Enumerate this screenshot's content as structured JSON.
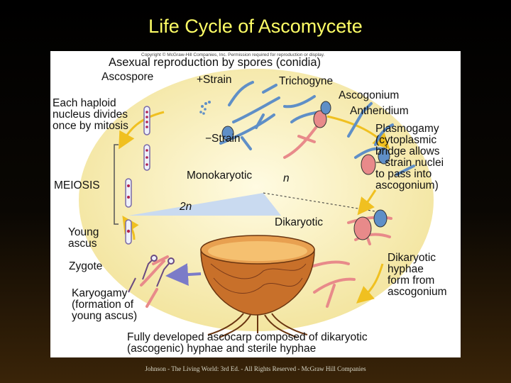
{
  "slide": {
    "title": "Life Cycle of Ascomycete",
    "footer": "Johnson - The Living World: 3rd Ed. - All Rights Reserved - McGraw Hill Companies"
  },
  "diagram": {
    "copyright": "Copyright © McGraw-Hill Companies, Inc. Permission required for reproduction or display.",
    "labels": {
      "asexual": "Asexual reproduction by spores (conidia)",
      "ascospore": "Ascospore",
      "plus_strain": "+Strain",
      "trichogyne": "Trichogyne",
      "ascogonium": "Ascogonium",
      "antheridium": "Antheridium",
      "haploid": "Each haploid\nnucleus divides\nonce by mitosis",
      "minus_strain": "−Strain",
      "plasmogamy": "Plasmogamy\n(cytoplasmic\nbridge allows\n− strain nuclei\nto pass into\nascogonium)",
      "meiosis": "MEIOSIS",
      "monokaryotic": "Monokaryotic",
      "n": "n",
      "two_n": "2n",
      "dikaryotic": "Dikaryotic",
      "young_ascus": "Young\nascus",
      "zygote": "Zygote",
      "dikaryotic_hyphae": "Dikaryotic\nhyphae\nform from\nascogonium",
      "karyogamy": "Karyogamy\n(formation of\nyoung ascus)",
      "ascocarp": "Fully developed ascocarp composed of dikaryotic\n(ascogenic) hyphae and sterile hyphae"
    },
    "colors": {
      "title": "#ffff66",
      "cycle_fill": "#f7eda8",
      "diploid_fill": "#c9daf0",
      "monokaryotic_hyphae": "#5f8fc7",
      "dikaryotic_hyphae": "#e88a8a",
      "ascocarp": "#c8702a",
      "arrow": "#f0c020",
      "karyogamy_arrow": "#7b7bc8"
    }
  }
}
